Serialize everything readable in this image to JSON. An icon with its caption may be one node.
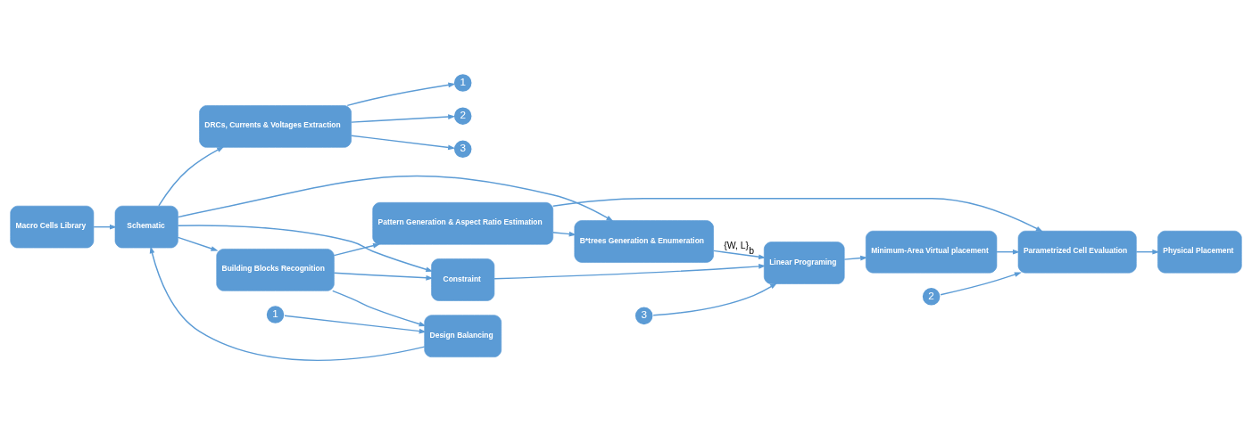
{
  "diagram": {
    "nodes": [
      {
        "text": [
          "Macro Cells Library"
        ]
      },
      {
        "text": [
          "Schematic"
        ]
      },
      {
        "text": [
          "DRCs, Currents & Voltages Extraction"
        ]
      },
      {
        "text": [
          "1"
        ]
      },
      {
        "text": [
          "2"
        ]
      },
      {
        "text": [
          "3"
        ]
      },
      {
        "text": [
          "Building Blocks Recognition"
        ]
      },
      {
        "text": [
          "Pattern Generation & Aspect Ratio Estimation"
        ]
      },
      {
        "text": [
          "B*trees Generation & Enumeration"
        ]
      },
      {
        "text": [
          "3"
        ]
      },
      {
        "text": [
          "Linear Programing"
        ]
      },
      {
        "text": [
          "Minimum-Area Virtual placement"
        ]
      },
      {
        "text": [
          "2"
        ]
      },
      {
        "text": [
          "Parametrized Cell Evaluation"
        ]
      },
      {
        "text": [
          "Physical Placement"
        ]
      },
      {
        "text": [
          "Design Balancing"
        ]
      },
      {
        "text": [
          "Constraint"
        ]
      },
      {
        "text": [
          "1"
        ]
      }
    ],
    "edges": [
      {
        "from": 0,
        "to": 1,
        "arrow": "to"
      },
      {
        "from": 1,
        "to": 2,
        "arrow": "to"
      },
      {
        "from": 2,
        "to": 3,
        "arrow": "to"
      },
      {
        "from": 2,
        "to": 4,
        "arrow": "to"
      },
      {
        "from": 2,
        "to": 5,
        "arrow": "to"
      },
      {
        "from": 1,
        "to": 6,
        "arrow": "to"
      },
      {
        "from": 6,
        "to": 7,
        "arrow": "to"
      },
      {
        "from": 7,
        "to": 8,
        "arrow": "to"
      },
      {
        "from": 1,
        "to": 8,
        "arrow": "to"
      },
      {
        "from": 7,
        "to": 13,
        "arrow": "to"
      },
      {
        "from": 8,
        "to": 10,
        "arrow": "to",
        "label": "{W, L}$_{b}$"
      },
      {
        "from": 9,
        "to": 10,
        "arrow": "to"
      },
      {
        "from": 10,
        "to": 11,
        "arrow": "to"
      },
      {
        "from": 11,
        "to": 13,
        "arrow": "to"
      },
      {
        "from": 12,
        "to": 13,
        "arrow": "to"
      },
      {
        "from": 13,
        "to": 14,
        "arrow": "to"
      },
      {
        "from": 16,
        "to": 10,
        "arrow": "to"
      },
      {
        "from": 15,
        "to": 1,
        "arrow": "to"
      },
      {
        "from": 6,
        "to": 15,
        "arrow": "to"
      },
      {
        "from": 6,
        "to": 16,
        "arrow": "to"
      },
      {
        "from": 1,
        "to": 16,
        "arrow": "to"
      },
      {
        "from": 17,
        "to": 15,
        "arrow": "to"
      }
    ]
  }
}
